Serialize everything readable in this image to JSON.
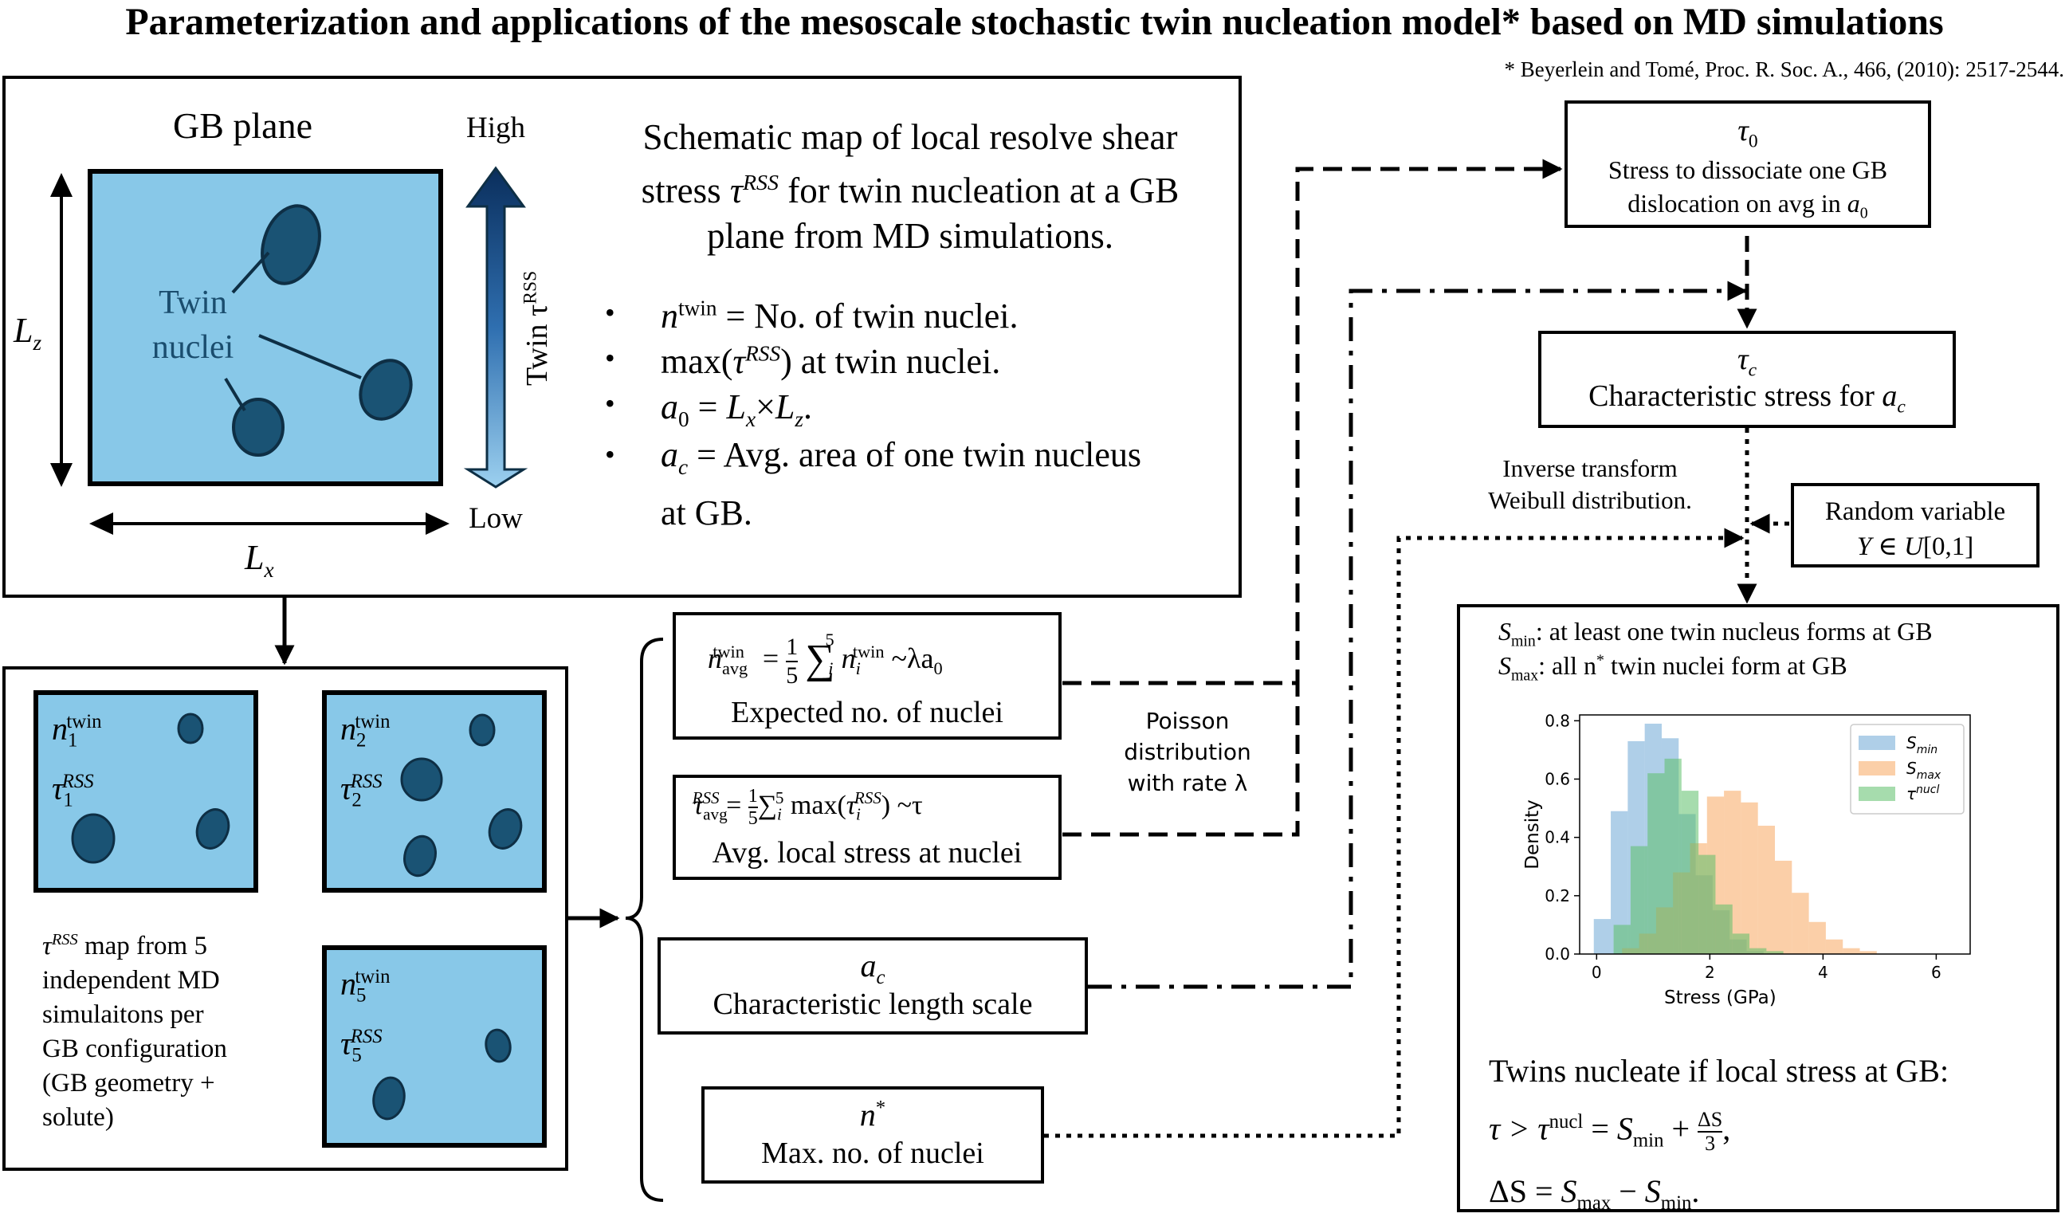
{
  "title": "Parameterization and applications of the mesoscale stochastic twin nucleation model* based on MD simulations",
  "reference": "* Beyerlein and Tomé, Proc. R. Soc. A., 466, (2010): 2517-2544.",
  "gb_panel": {
    "heading": "GB plane",
    "high": "High",
    "low": "Low",
    "colorbar_label": "Twin τ",
    "colorbar_sup": "RSS",
    "twin_label_1": "Twin",
    "twin_label_2": "nuclei",
    "lz": "L",
    "lz_sub": "z",
    "lx": "L",
    "lx_sub": "x",
    "schematic_1": "Schematic map of local resolve shear",
    "schematic_2a": "stress ",
    "schematic_2b": "τ",
    "schematic_2c": "RSS",
    "schematic_2d": " for twin nucleation at a GB",
    "schematic_3": "plane from MD simulations.",
    "b1_var": "n",
    "b1_sup": "twin",
    "b1_text": " = No. of twin nuclei.",
    "b2_a": "max(",
    "b2_b": "τ",
    "b2_c": "RSS",
    "b2_d": ") at twin nuclei.",
    "b3_a": "a",
    "b3_b": "0",
    "b3_c": " = ",
    "b3_d": "L",
    "b3_e": "x",
    "b3_f": "×",
    "b3_g": "L",
    "b3_h": "z",
    "b3_i": ".",
    "b4_a": "a",
    "b4_b": "c",
    "b4_c": " = Avg. area of one twin nucleus",
    "b4_d": "at GB."
  },
  "sims": {
    "p1_n": "n",
    "p1_nsub": "1",
    "p1_nsup": "twin",
    "p1_t": "τ",
    "p1_tsub": "1",
    "p1_tsup": "RSS",
    "p2_n": "n",
    "p2_nsub": "2",
    "p2_nsup": "twin",
    "p2_t": "τ",
    "p2_tsub": "2",
    "p2_tsup": "RSS",
    "p5_n": "n",
    "p5_nsub": "5",
    "p5_nsup": "twin",
    "p5_t": "τ",
    "p5_tsub": "5",
    "p5_tsup": "RSS",
    "desc_t": "τ",
    "desc_sup": "RSS",
    "desc_1": " map from 5",
    "desc_2": "independent MD",
    "desc_3": "simulaitons per",
    "desc_4": "GB configuration",
    "desc_5": "(GB geometry +",
    "desc_6": "solute)"
  },
  "boxes": {
    "navg_n": "n",
    "navg_sub": "avg",
    "navg_sup": "twin",
    "navg_eq": "=",
    "navg_frac_num": "1",
    "navg_frac_den": "5",
    "navg_sum": "∑",
    "navg_sum_top": "5",
    "navg_sum_bot": "i",
    "navg_ni": "n",
    "navg_ni_sub": "i",
    "navg_ni_sup": "twin",
    "navg_approx": " ~λa",
    "navg_approx_sub": "0",
    "navg_label": "Expected no. of nuclei",
    "tavg_t": "τ",
    "tavg_sub": "avg",
    "tavg_sup": "RSS",
    "tavg_eq": " = ",
    "tavg_num": "1",
    "tavg_den": "5",
    "tavg_sum": "∑",
    "tavg_sum_bot": "i",
    "tavg_sum_top": "5",
    "tavg_max": " max(",
    "tavg_ti": "τ",
    "tavg_ti_sub": "i",
    "tavg_ti_sup": "RSS",
    "tavg_close": ") ~τ",
    "tavg_label": "Avg. local stress at nuclei",
    "ac_sym": "a",
    "ac_sub": "c",
    "ac_label": "Characteristic length scale",
    "nstar_sym": "n",
    "nstar_sup": "*",
    "nstar_label": "Max.  no. of nuclei",
    "poisson_1": "Poisson",
    "poisson_2": "distribution",
    "poisson_3": "with rate λ",
    "tau0_sym": "τ",
    "tau0_sub": "0",
    "tau0_1": "Stress to dissociate one GB",
    "tau0_2a": "dislocation on avg in ",
    "tau0_2b": "a",
    "tau0_2c": "0",
    "tauc_sym": "τ",
    "tauc_sub": "c",
    "tauc_label_a": "Characteristic stress for ",
    "tauc_label_b": "a",
    "tauc_label_c": "c",
    "inverse_1": "Inverse transform",
    "inverse_2": "Weibull distribution.",
    "random_1": "Random variable",
    "random_2a": "Y",
    "random_2b": " ∈ ",
    "random_2c": "U",
    "random_2d": "[0,1]"
  },
  "result": {
    "smin_s": "S",
    "smin_sub": "min",
    "smin_text": ": at least one twin nucleus forms at GB",
    "smax_s": "S",
    "smax_sub": "max",
    "smax_text": ": all n",
    "smax_sup": "*",
    "smax_text2": " twin nuclei form at GB",
    "cond_1": "Twins nucleate if local stress at GB:",
    "cond_2a": "τ > τ",
    "cond_2b": "nucl",
    "cond_2c": " = ",
    "cond_2d": "S",
    "cond_2e": "min",
    "cond_2f": " + ",
    "cond_2g": "ΔS",
    "cond_2h": "3",
    "cond_2i": ",",
    "cond_3a": "ΔS",
    "cond_3b": " =  ",
    "cond_3c": "S",
    "cond_3d": "max",
    "cond_3e": " − ",
    "cond_3f": "S",
    "cond_3g": "min",
    "cond_3h": "."
  },
  "chart_data": {
    "type": "bar",
    "xlabel": "Stress (GPa)",
    "ylabel": "Density",
    "xlim": [
      -0.3,
      6.6
    ],
    "ylim": [
      0,
      0.82
    ],
    "xticks": [
      0,
      2,
      4,
      6
    ],
    "yticks": [
      0.0,
      0.2,
      0.4,
      0.6,
      0.8
    ],
    "bin_width": 0.3,
    "legend_placement": "top-right",
    "series": [
      {
        "name": "S_min",
        "legend_main": "S",
        "legend_sub": "min",
        "color": "#6ea8d6",
        "bin_starts": [
          -0.05,
          0.25,
          0.55,
          0.85,
          1.15,
          1.45,
          1.75,
          2.05,
          2.35,
          2.65
        ],
        "values": [
          0.12,
          0.49,
          0.73,
          0.79,
          0.74,
          0.48,
          0.27,
          0.15,
          0.05,
          0.01
        ]
      },
      {
        "name": "S_max",
        "legend_main": "S",
        "legend_sub": "max",
        "color": "#f7a861",
        "bin_starts": [
          0.15,
          0.45,
          0.75,
          1.05,
          1.35,
          1.65,
          1.95,
          2.25,
          2.55,
          2.85,
          3.15,
          3.45,
          3.75,
          4.05,
          4.35,
          4.65
        ],
        "values": [
          0.0,
          0.02,
          0.07,
          0.16,
          0.28,
          0.38,
          0.54,
          0.56,
          0.52,
          0.44,
          0.32,
          0.21,
          0.11,
          0.05,
          0.02,
          0.01
        ]
      },
      {
        "name": "τ^nucl",
        "legend_main": "τ",
        "legend_sup": "nucl",
        "color": "#5dbf6a",
        "bin_starts": [
          0.3,
          0.6,
          0.9,
          1.2,
          1.5,
          1.8,
          2.1,
          2.4,
          2.7,
          3.0
        ],
        "values": [
          0.1,
          0.37,
          0.62,
          0.67,
          0.56,
          0.34,
          0.17,
          0.07,
          0.02,
          0.01
        ]
      }
    ]
  }
}
